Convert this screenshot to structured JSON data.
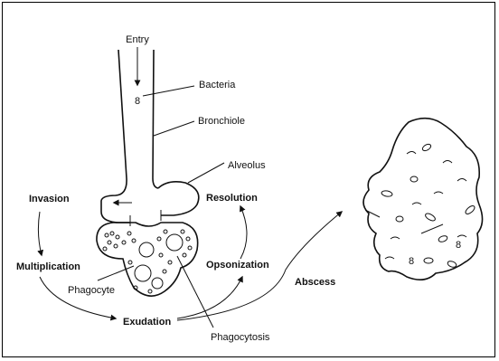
{
  "labels": {
    "entry": "Entry",
    "bacteria": "Bacteria",
    "bronchiole": "Bronchiole",
    "alveolus": "Alveolus",
    "invasion": "Invasion",
    "multiplication": "Multiplication",
    "phagocyte": "Phagocyte",
    "exudation": "Exudation",
    "phagocytosis": "Phagocytosis",
    "resolution": "Resolution",
    "opsonization": "Opsonization",
    "abscess": "Abscess"
  },
  "bacterium_glyph": "8",
  "colors": {
    "ink": "#111111",
    "background": "#ffffff"
  }
}
